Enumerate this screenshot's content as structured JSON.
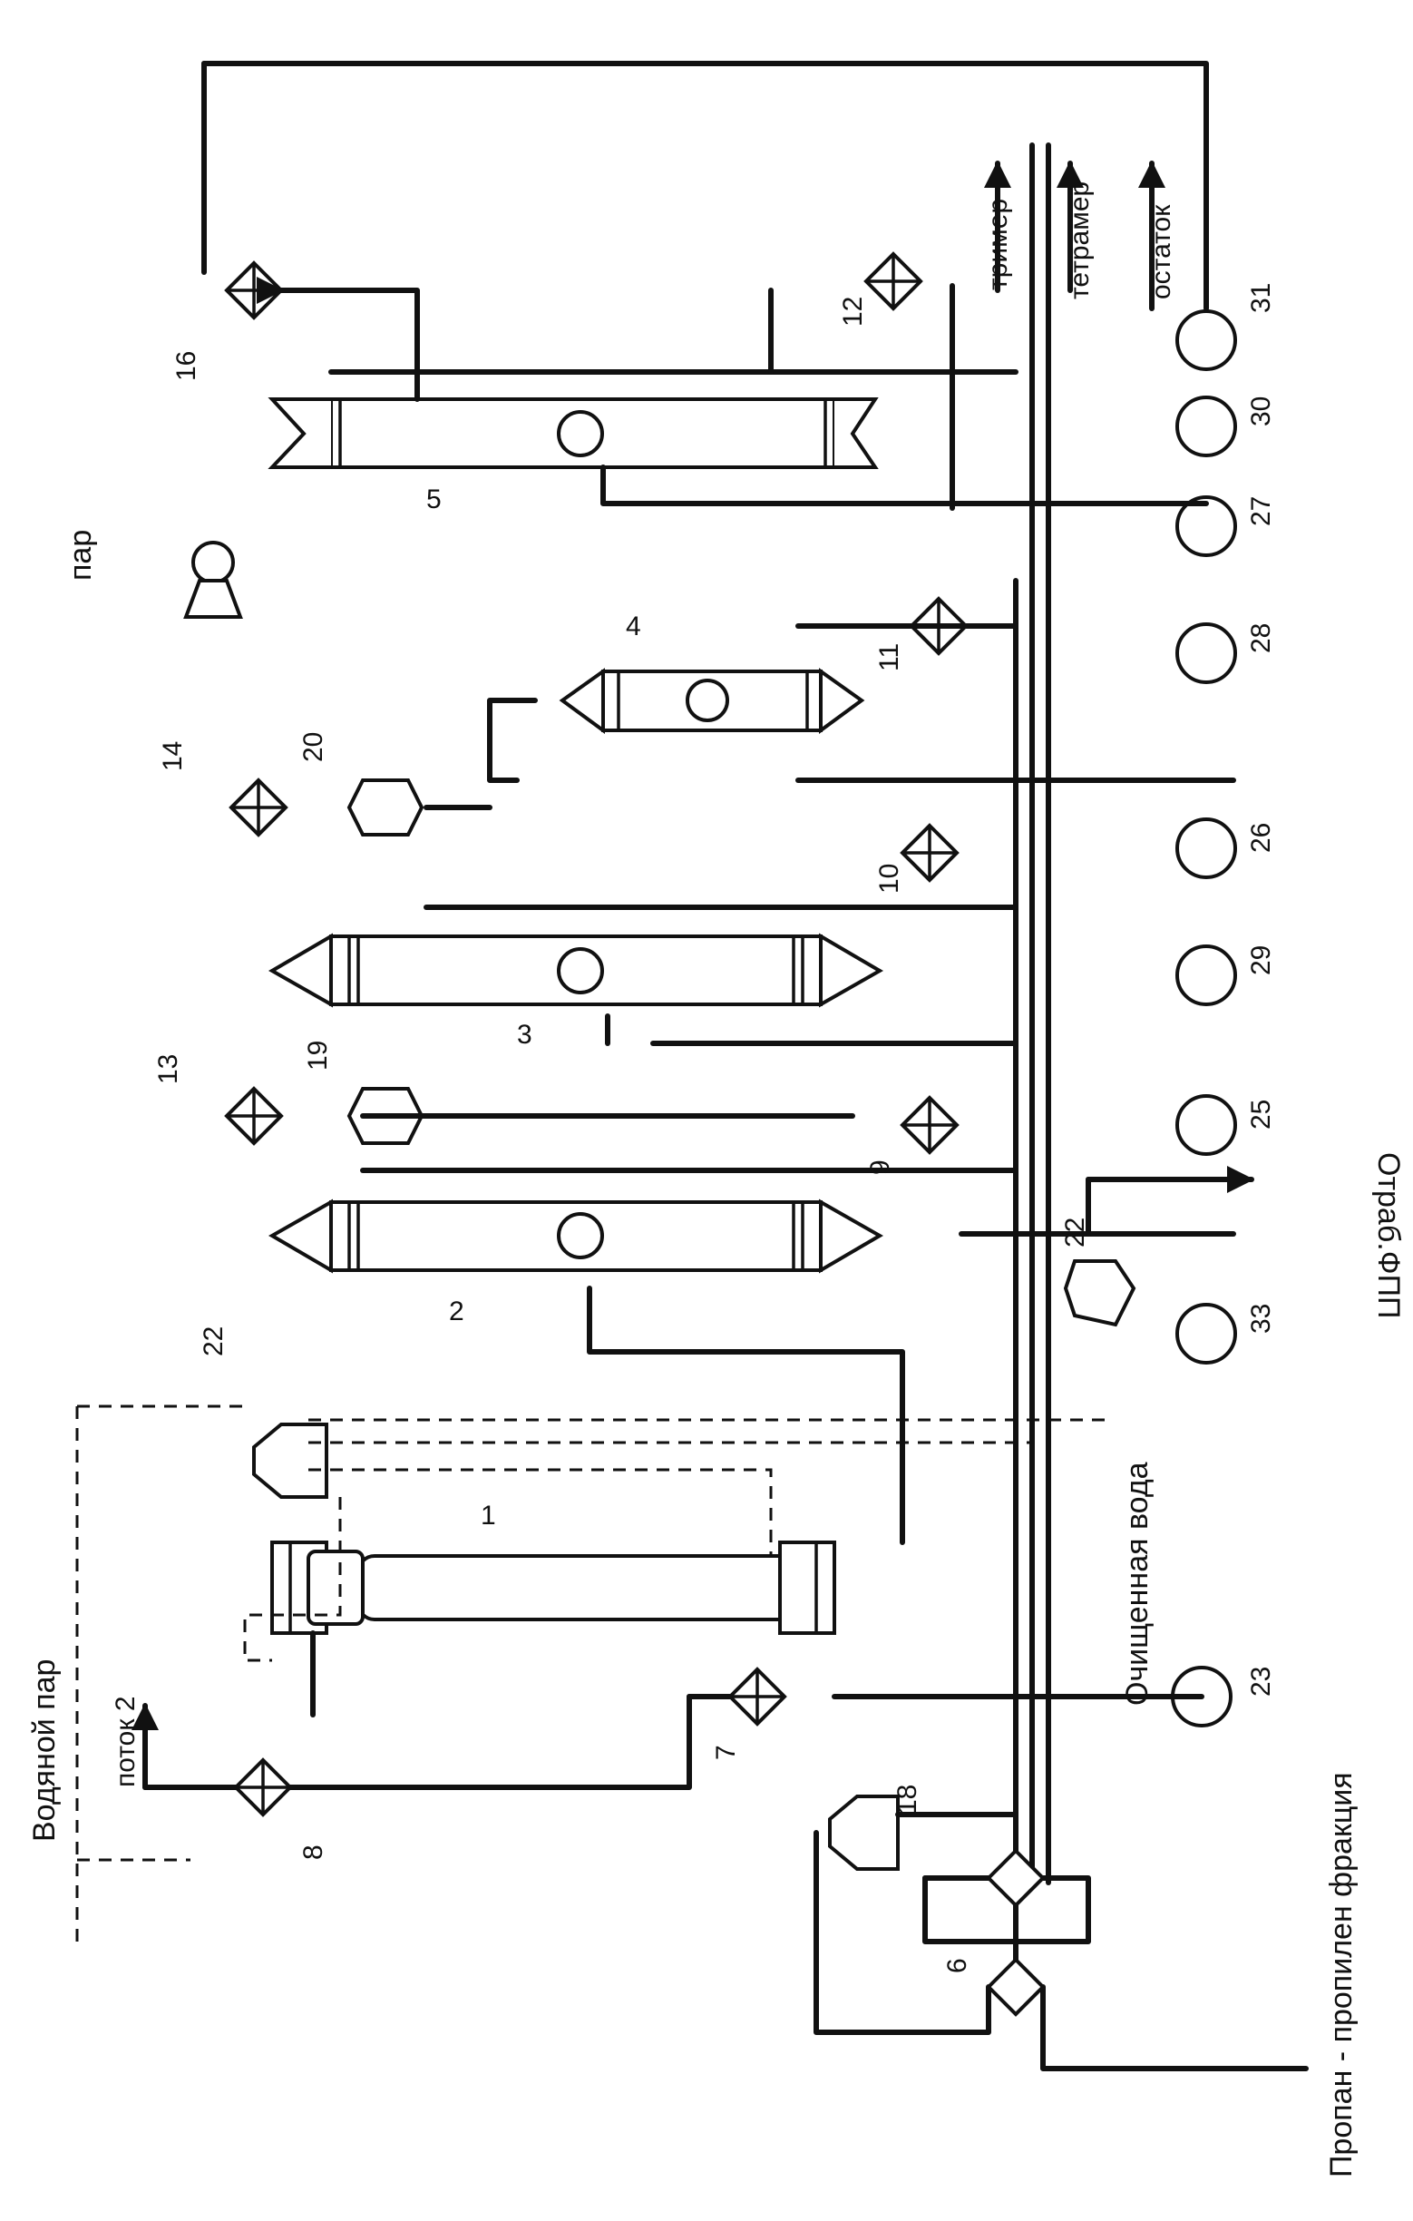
{
  "diagram": {
    "stream_labels": {
      "steam": "Водяной пар",
      "stream2": "поток 2",
      "par": "пар",
      "trimer": "тример",
      "tetramer": "тетрамер",
      "residue": "остаток",
      "waste": "Отраб.ФПП",
      "clean_water": "Очищенная вода",
      "feed": "Пропан - пропилен фракция"
    },
    "equipment_numbers": [
      "1",
      "2",
      "3",
      "4",
      "5",
      "6",
      "7",
      "8",
      "9",
      "10",
      "11",
      "12",
      "13",
      "14",
      "16",
      "18",
      "19",
      "20",
      "22",
      "22",
      "23",
      "25",
      "26",
      "27",
      "28",
      "29",
      "30",
      "31",
      "33"
    ]
  }
}
